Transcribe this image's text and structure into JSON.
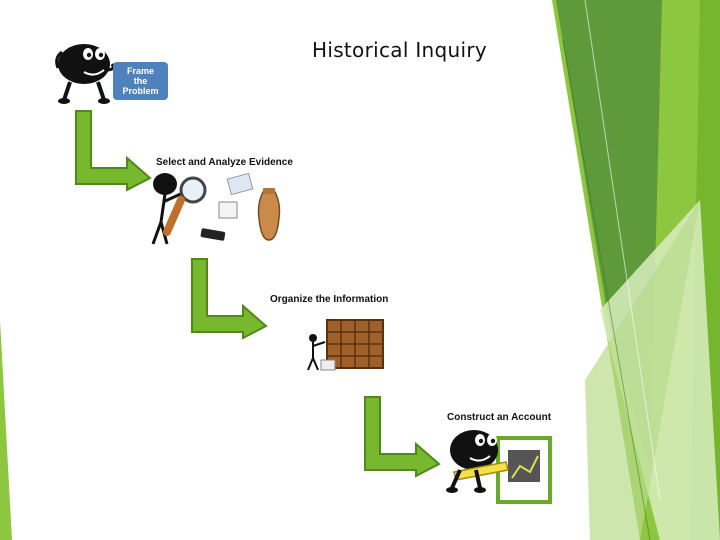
{
  "slide": {
    "title": "Historical Inquiry",
    "steps": [
      {
        "label": "Frame the Problem"
      },
      {
        "label": "Select and Analyze Evidence"
      },
      {
        "label": "Organize the Information"
      },
      {
        "label": "Construct an Account"
      }
    ]
  },
  "colors": {
    "arrow_fill": "#77b82e",
    "arrow_stroke": "#4e8a17",
    "accent_green": "#8dc63f",
    "dark_green": "#5e9a3a",
    "frame_box": "#4f81bd"
  },
  "icons": [
    "thinker-figure-icon",
    "magnifier-figure-icon",
    "vase-icon",
    "filing-cabinet-icon",
    "writer-figure-icon",
    "green-elbow-arrow-icon"
  ]
}
